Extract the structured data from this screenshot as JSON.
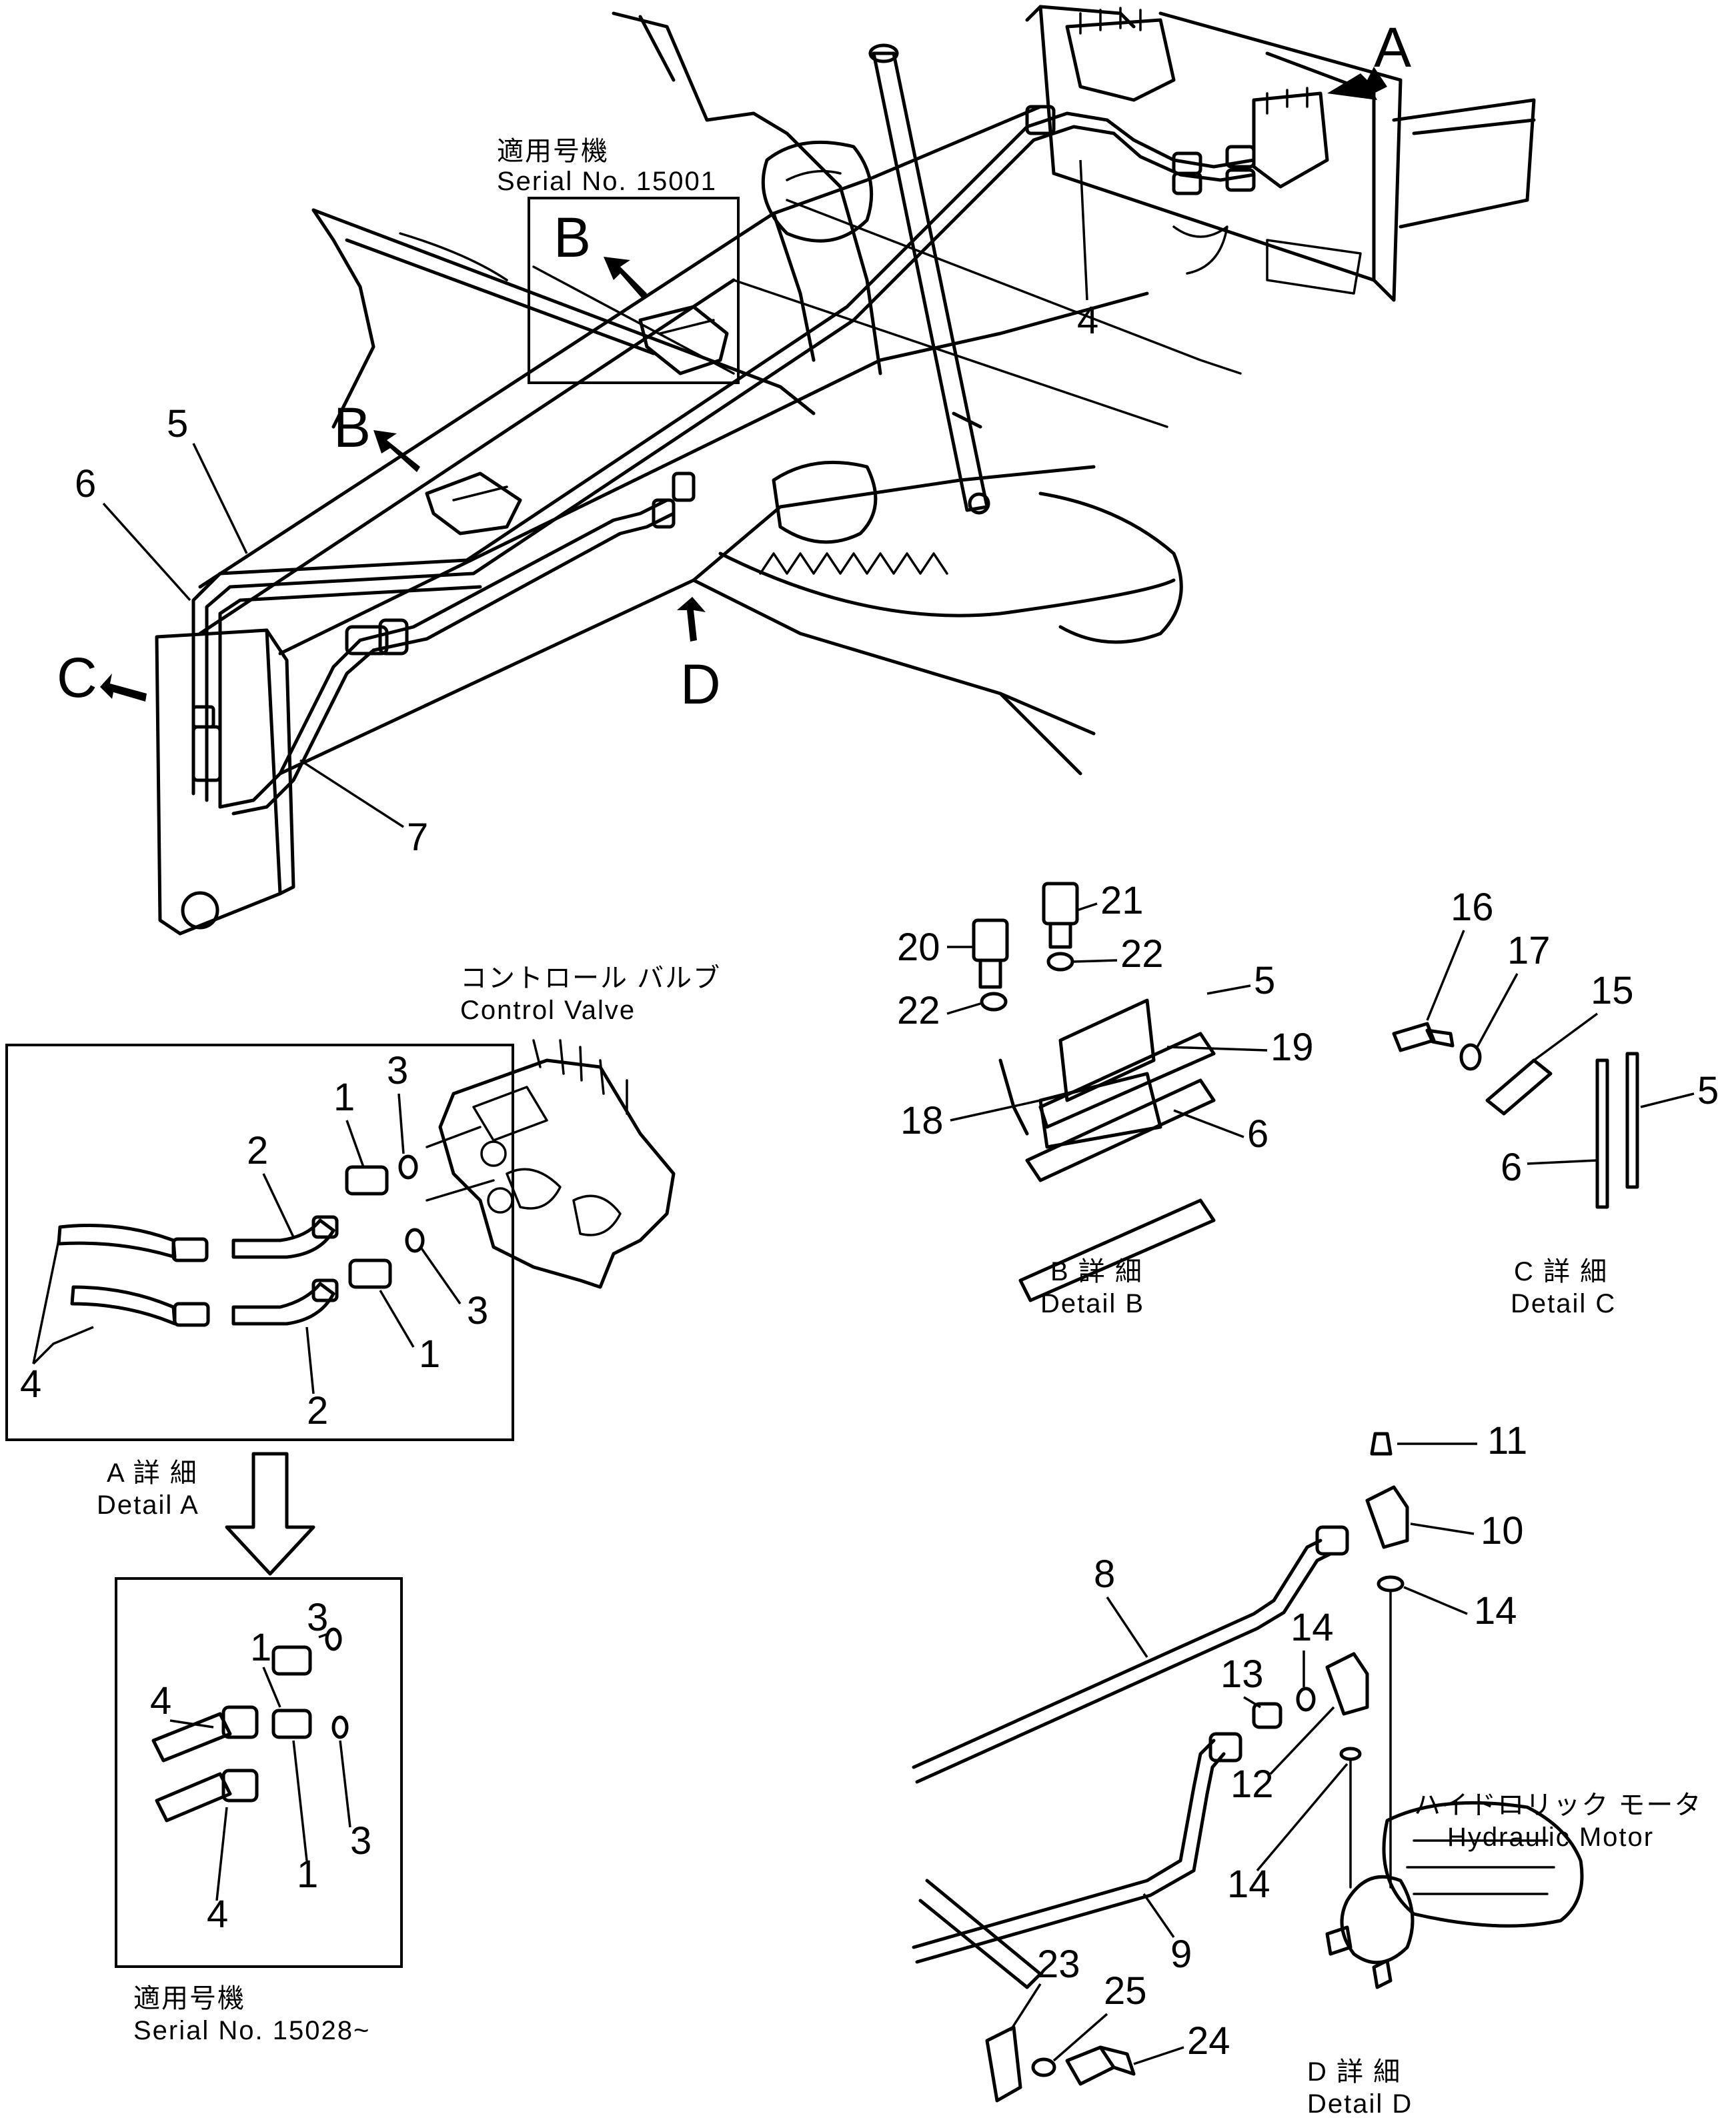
{
  "callouts": {
    "n1a": "1",
    "n1b": "1",
    "n1c": "1",
    "n1d": "1",
    "n2a": "2",
    "n2b": "2",
    "n3a": "3",
    "n3b": "3",
    "n3c": "3",
    "n3d": "3",
    "n4a": "4",
    "n4b": "4",
    "n4c": "4",
    "n4d": "4",
    "n5a": "5",
    "n5b": "5",
    "n5c": "5",
    "n6a": "6",
    "n6b": "6",
    "n6c": "6",
    "n7": "7",
    "n8": "8",
    "n9": "9",
    "n10": "10",
    "n11": "11",
    "n12": "12",
    "n13": "13",
    "n14a": "14",
    "n14b": "14",
    "n14c": "14",
    "n15": "15",
    "n16": "16",
    "n17": "17",
    "n18": "18",
    "n19": "19",
    "n20": "20",
    "n21": "21",
    "n22a": "22",
    "n22b": "22",
    "n23": "23",
    "n24": "24",
    "n25": "25"
  },
  "view_letters": {
    "a": "A",
    "b_main": "B",
    "b_inset": "B",
    "c": "C",
    "d": "D"
  },
  "captions": {
    "serial_top_jp": "適用号機",
    "serial_top_en": "Serial No. 15001",
    "control_valve_jp": "コントロール バルブ",
    "control_valve_en": "Control Valve",
    "detail_a_jp": "A 詳 細",
    "detail_a_en": "Detail A",
    "serial_bottom_jp": "適用号機",
    "serial_bottom_en": "Serial No. 15028~",
    "detail_b_jp": "B 詳 細",
    "detail_b_en": "Detail B",
    "detail_c_jp": "C 詳 細",
    "detail_c_en": "Detail C",
    "hydraulic_motor_jp": "ハイドロリック モータ",
    "hydraulic_motor_en": "Hydraulic Motor",
    "detail_d_jp": "D 詳 細",
    "detail_d_en": "Detail D"
  }
}
